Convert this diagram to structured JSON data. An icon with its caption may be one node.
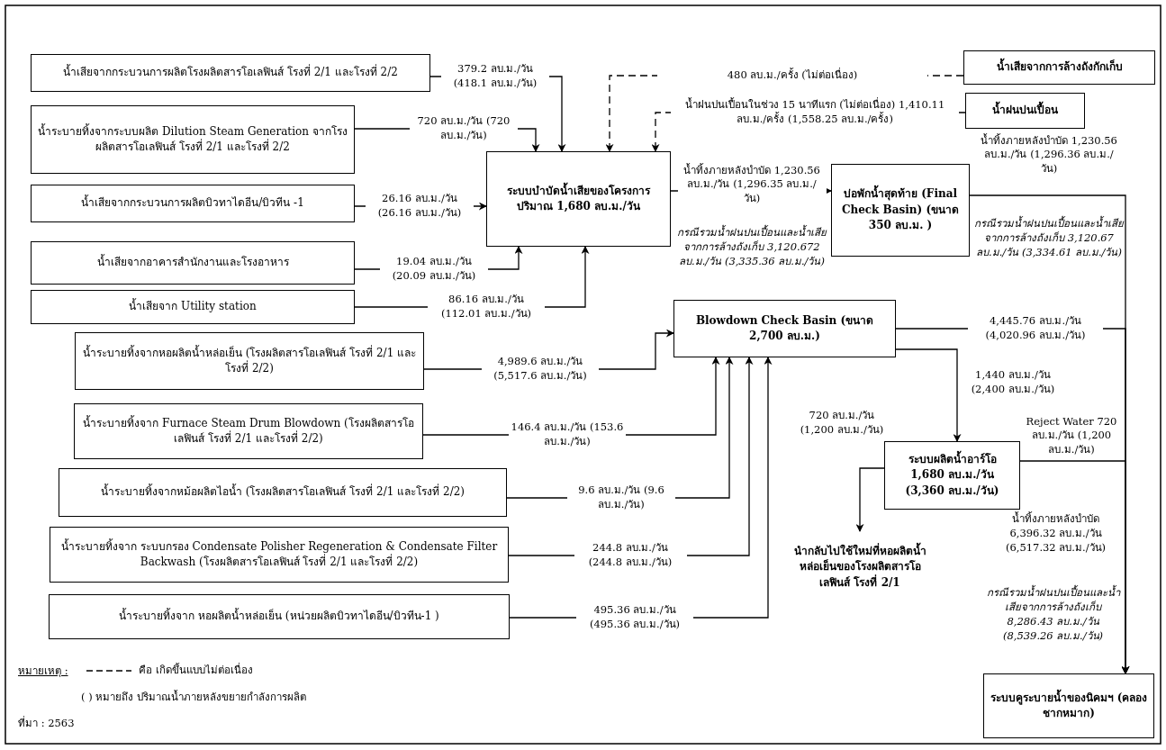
{
  "diagram": {
    "nodes": [
      {
        "text": [
          "น้ำเสียจากกระบวนการผลิตโรงผลิตสารโอเลฟินส์ โรงที่ 2/1 และโรงที่ 2/2"
        ]
      },
      {
        "text": [
          "น้ำระบายทิ้งจากระบบผลิต Dilution Steam Generation จากโรงผลิตสารโอเลฟินส์ โรงที่ 2/1 และโรงที่ 2/2"
        ]
      },
      {
        "text": [
          "น้ำเสียจากกระบวนการผลิตบิวทาไดอีน/บิวทีน -1"
        ]
      },
      {
        "text": [
          "น้ำเสียจากอาคารสำนักงานและโรงอาหาร"
        ]
      },
      {
        "text": [
          "น้ำเสียจาก Utility station"
        ]
      },
      {
        "text": [
          "น้ำระบายทิ้งจากหอผลิตน้ำหล่อเย็น (โรงผลิตสารโอเลฟินส์ โรงที่ 2/1 และโรงที่ 2/2)"
        ]
      },
      {
        "text": [
          "น้ำระบายทิ้งจาก Furnace Steam Drum Blowdown (โรงผลิตสารโอเลฟินส์ โรงที่ 2/1 และโรงที่ 2/2)"
        ]
      },
      {
        "text": [
          "น้ำระบายทิ้งจากหม้อผลิตไอน้ำ (โรงผลิตสารโอเลฟินส์ โรงที่ 2/1 และโรงที่ 2/2)"
        ]
      },
      {
        "text": [
          "น้ำระบายทิ้งจาก ระบบกรอง Condensate Polisher Regeneration & Condensate Filter Backwash (โรงผลิตสารโอเลฟินส์ โรงที่ 2/1 และโรงที่ 2/2)"
        ]
      },
      {
        "text": [
          "น้ำระบายทิ้งจาก หอผลิตน้ำหล่อเย็น (หน่วยผลิตบิวทาไดอีน/บิวทีน-1 )"
        ]
      },
      {
        "text": [
          "ระบบบำบัดน้ำเสียของโครงการ ปริมาณ 1,680 ลบ.ม./วัน"
        ]
      },
      {
        "text": [
          "น้ำเสียจากการล้างถังกักเก็บ"
        ]
      },
      {
        "text": [
          "น้ำฝนปนเปื้อน"
        ]
      },
      {
        "text": [
          "บ่อพักน้ำสุดท้าย (Final Check Basin) (ขนาด 350 ลบ.ม. )"
        ]
      },
      {
        "text": [
          "Blowdown Check Basin (ขนาด 2,700 ลบ.ม.)"
        ]
      },
      {
        "text": [
          "ระบบผลิตน้ำอาร์โอ 1,680 ลบ.ม./วัน (3,360 ลบ.ม./วัน)"
        ]
      },
      {
        "text": [
          "นำกลับไปใช้ใหม่ที่หอผลิตน้ำหล่อเย็นของโรงผลิตสารโอเลฟินส์ โรงที่ 2/1"
        ]
      },
      {
        "text": [
          "ระบบคูระบายน้ำของนิคมฯ (คลองชากหมาก)"
        ]
      }
    ],
    "edges": [
      {
        "from": 0,
        "to": 10,
        "arrow": "to",
        "label": "379.2 ลบ.ม./วัน (418.1 ลบ.ม./วัน)"
      },
      {
        "from": 1,
        "to": 10,
        "arrow": "to",
        "label": "720 ลบ.ม./วัน (720 ลบ.ม./วัน)"
      },
      {
        "from": 2,
        "to": 10,
        "arrow": "to",
        "label": "26.16 ลบ.ม./วัน (26.16 ลบ.ม./วัน)"
      },
      {
        "from": 3,
        "to": 10,
        "arrow": "to",
        "label": "19.04 ลบ.ม./วัน (20.09 ลบ.ม./วัน)"
      },
      {
        "from": 4,
        "to": 10,
        "arrow": "to",
        "label": "86.16 ลบ.ม./วัน (112.01 ลบ.ม./วัน)"
      },
      {
        "from": 11,
        "to": 10,
        "arrow": "to",
        "style": "dashed",
        "label": "480 ลบ.ม./ครั้ง (ไม่ต่อเนื่อง)"
      },
      {
        "from": 12,
        "to": 10,
        "arrow": "to",
        "style": "dashed",
        "label": "น้ำฝนปนเปื้อนในช่วง 15 นาทีแรก (ไม่ต่อเนื่อง) 1,410.11 ลบ.ม./ครั้ง (1,558.25 ลบ.ม./ครั้ง)"
      },
      {
        "from": 10,
        "to": 13,
        "arrow": "to",
        "label": "น้ำทิ้งภายหลังบำบัด 1,230.56 ลบ.ม./วัน (1,296.35 ลบ.ม./วัน)"
      },
      {
        "from": 5,
        "to": 14,
        "arrow": "to",
        "label": "4,989.6 ลบ.ม./วัน (5,517.6 ลบ.ม./วัน)"
      },
      {
        "from": 6,
        "to": 14,
        "arrow": "to",
        "label": "146.4 ลบ.ม./วัน (153.6 ลบ.ม./วัน)"
      },
      {
        "from": 7,
        "to": 14,
        "arrow": "to",
        "label": "9.6 ลบ.ม./วัน (9.6 ลบ.ม./วัน)"
      },
      {
        "from": 8,
        "to": 14,
        "arrow": "to",
        "label": "244.8 ลบ.ม./วัน (244.8 ลบ.ม./วัน)"
      },
      {
        "from": 9,
        "to": 14,
        "arrow": "to",
        "label": "495.36 ลบ.ม./วัน (495.36 ลบ.ม./วัน)"
      },
      {
        "from": 13,
        "to": 17,
        "arrow": "to",
        "label": "น้ำทิ้งภายหลังบำบัด 1,230.56 ลบ.ม./วัน (1,296.36 ลบ.ม./วัน)"
      },
      {
        "from": 14,
        "to": 17,
        "arrow": "to",
        "label": "4,445.76 ลบ.ม./วัน (4,020.96 ลบ.ม./วัน)"
      },
      {
        "from": 14,
        "to": 15,
        "arrow": "to",
        "label": "1,440 ลบ.ม./วัน (2,400 ลบ.ม./วัน)"
      },
      {
        "from": 15,
        "to": 16,
        "arrow": "to",
        "label": "720 ลบ.ม./วัน (1,200 ลบ.ม./วัน)"
      },
      {
        "from": 15,
        "to": 17,
        "arrow": "to",
        "label": "Reject Water 720 ลบ.ม./วัน (1,200 ลบ.ม./วัน)"
      }
    ],
    "labels": [
      "กรณีรวมน้ำฝนปนเปื้อนและน้ำเสียจากการล้างถังเก็บ 3,120.672 ลบ.ม./วัน (3,335.36 ลบ.ม./วัน)",
      "กรณีรวมน้ำฝนปนเปื้อนและน้ำเสียจากการล้างถังเก็บ 3,120.67 ลบ.ม./วัน (3,334.61 ลบ.ม./วัน)",
      "น้ำทิ้งภายหลังบำบัด 6,396.32 ลบ.ม./วัน (6,517.32 ลบ.ม./วัน)",
      "กรณีรวมน้ำฝนปนเปื้อนและน้ำเสียจากการล้างถังเก็บ 8,286.43 ลบ.ม./วัน (8,539.26 ลบ.ม./วัน)",
      "หมายเหตุ :",
      "( ) หมายถึง ปริมาณน้ำภายหลังขยายกำลังการผลิต",
      "ที่มา : 2563"
    ],
    "legend": [
      {
        "text": "คือ เกิดขึ้นแบบไม่ต่อเนื่อง"
      }
    ]
  }
}
